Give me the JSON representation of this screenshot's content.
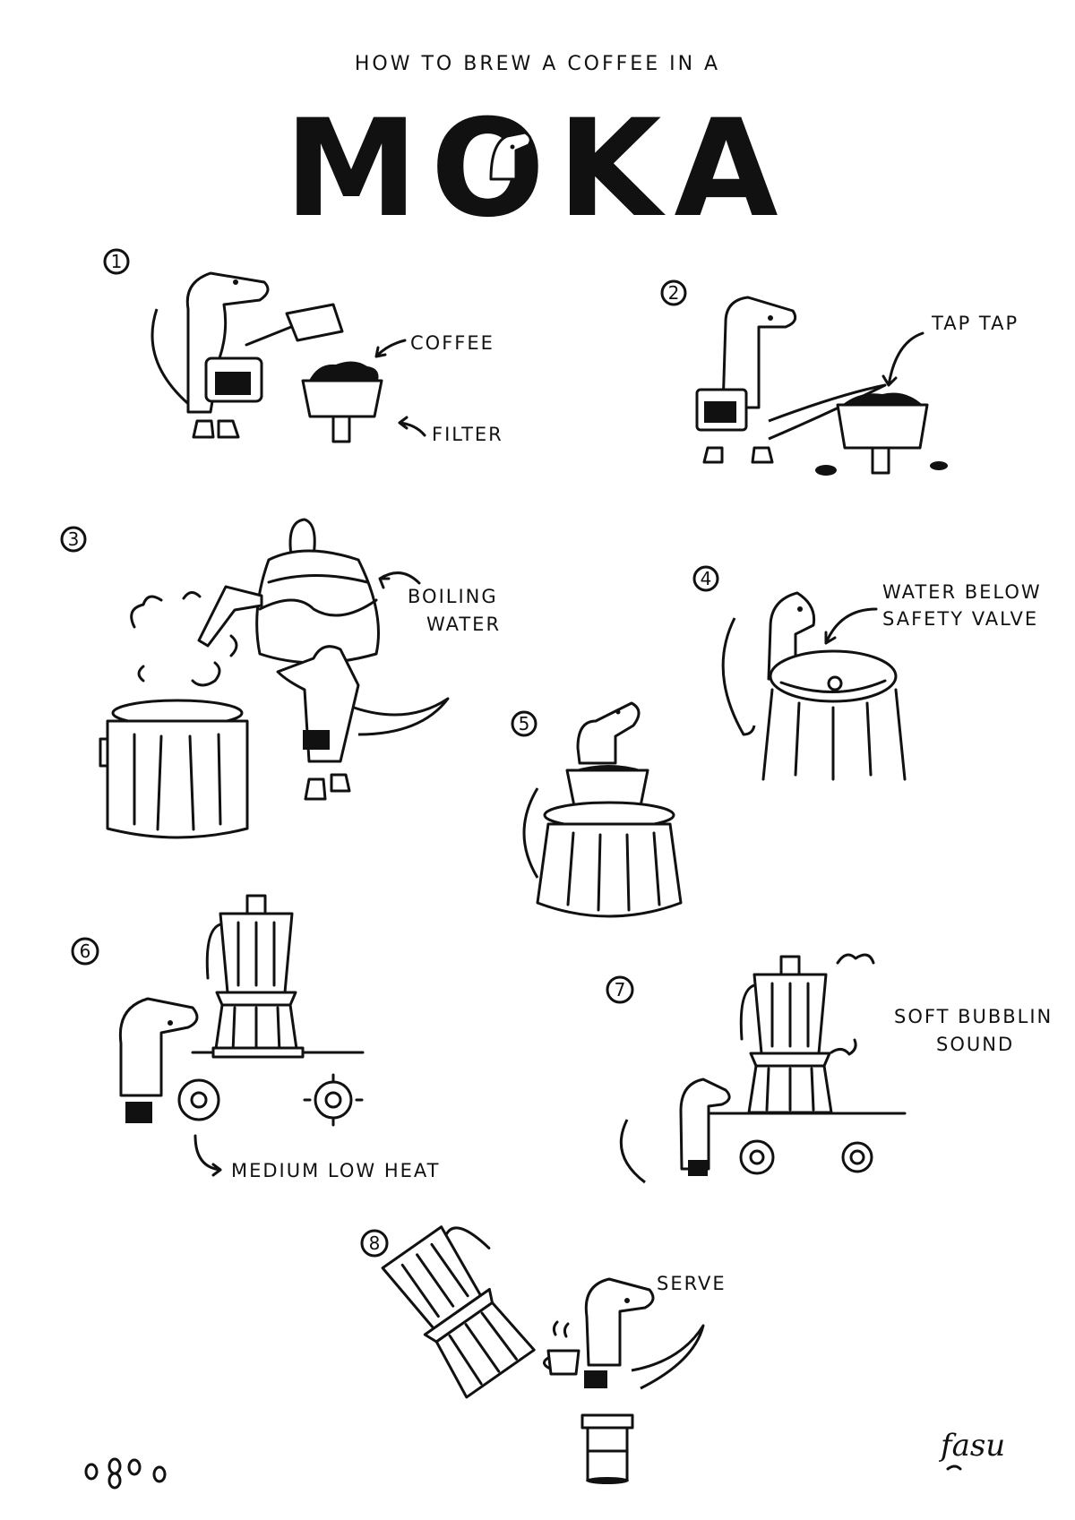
{
  "header": {
    "subtitle": "HOW TO BREW A COFFEE IN A",
    "title": "MOKA"
  },
  "steps": [
    {
      "number": "1",
      "labels": [
        "COFFEE",
        "FILTER"
      ]
    },
    {
      "number": "2",
      "labels": [
        "TAP TAP"
      ]
    },
    {
      "number": "3",
      "labels": [
        "BOILING",
        "WATER"
      ]
    },
    {
      "number": "4",
      "labels": [
        "WATER BELOW",
        "SAFETY VALVE"
      ]
    },
    {
      "number": "5",
      "labels": []
    },
    {
      "number": "6",
      "labels": [
        "MEDIUM LOW HEAT"
      ]
    },
    {
      "number": "7",
      "labels": [
        "SOFT BUBBLIN",
        "SOUND"
      ]
    },
    {
      "number": "8",
      "labels": [
        "SERVE"
      ]
    }
  ],
  "signature": "fasu",
  "colors": {
    "ink": "#111111",
    "paper": "#ffffff"
  },
  "icons": [
    "crocodile-barista",
    "coffee-scoop",
    "moka-filter",
    "kettle",
    "moka-base",
    "moka-pot",
    "stove-knob",
    "coffee-cup",
    "stool",
    "coffee-beans"
  ]
}
